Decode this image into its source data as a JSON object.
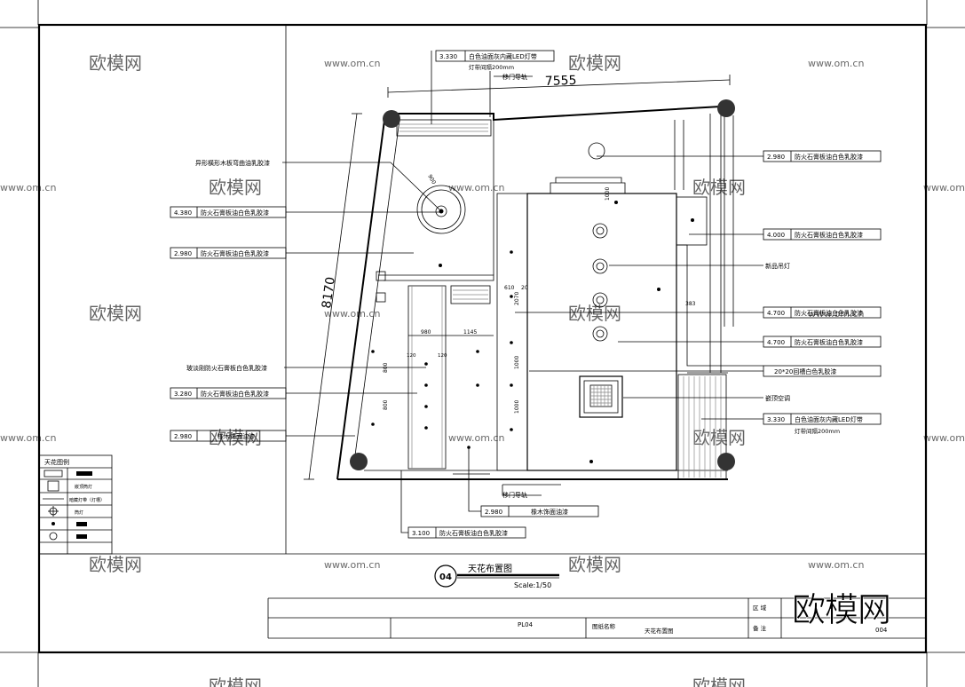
{
  "drawing": {
    "title": "天花布置图",
    "number": "04",
    "scale": "Scale:1/50",
    "dim_width": "7555",
    "dim_height": "8170",
    "callouts_left": [
      {
        "text": "异形橫形木板弯曲油乳胶漆"
      },
      {
        "num": "4.380",
        "text": "防火石膏板油白色乳胶漆"
      },
      {
        "num": "2.980",
        "text": "防火石膏板油白色乳胶漆"
      },
      {
        "text": "玻淡刚防火石膏板白色乳胶漆"
      },
      {
        "num": "3.280",
        "text": "防火石膏板油白色乳胶漆"
      },
      {
        "num": "2.980",
        "text": "橡木饰面油漆"
      }
    ],
    "callouts_right": [
      {
        "num": "2.980",
        "text": "防火石膏板油白色乳胶漆"
      },
      {
        "num": "4.000",
        "text": "防火石膏板油白色乳胶漆"
      },
      {
        "text": "新品吊灯"
      },
      {
        "num": "4.700",
        "text": "防火石膏板油白色乳胶漆"
      },
      {
        "num": "4.700",
        "text": "防火石膏板油白色乳胶漆"
      },
      {
        "text": "20*20回槽白色乳胶漆"
      },
      {
        "text": "嵌顶空调"
      },
      {
        "num": "3.330",
        "text": "白色油面灰内藏LED灯带"
      },
      {
        "text": "灯带间隔200mm"
      }
    ],
    "callouts_top": [
      {
        "num": "3.330",
        "text": "白色油面灰内藏LED灯带"
      },
      {
        "text": "灯带间隔200mm"
      },
      {
        "text": "移门导轨"
      }
    ],
    "callouts_bottom": [
      {
        "text": "移门导轨"
      },
      {
        "num": "2.980",
        "text": "橡木饰面油漆"
      },
      {
        "num": "3.100",
        "text": "防火石膏板油白色乳胶漆"
      }
    ],
    "inner_dims": [
      "980",
      "1145",
      "610",
      "20",
      "2070",
      "1000",
      "1000",
      "800",
      "800",
      "120",
      "120",
      "383",
      "1000",
      "900"
    ]
  },
  "legend": {
    "title": "天花图例",
    "items": [
      "嵌顶筒灯",
      "暗藏灯带（灯槽）",
      "筒灯",
      "",
      ""
    ]
  },
  "title_block": {
    "code": "PL04",
    "name_label": "图纸名称",
    "name_value": "天花布置图",
    "area_label": "区 域",
    "note_label": "备 注",
    "sheet_no": "004"
  },
  "watermark": {
    "brand": "欧模网",
    "url": "www.om.cn"
  }
}
